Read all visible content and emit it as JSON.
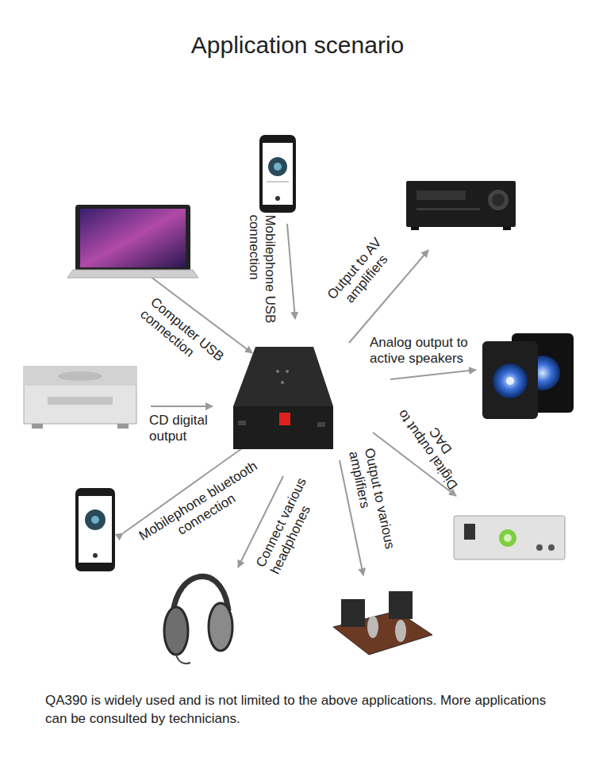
{
  "diagram": {
    "title": "Application scenario",
    "caption": "QA390 is widely used and is not limited to the above applications. More applications can be consulted by technicians.",
    "labels": [
      "Mobilephone USB connection",
      "Output to AV amplifiers",
      "Computer USB connection",
      "Analog output to active speakers",
      "CD digital output",
      "Digital output to DAC",
      "Mobilephone bluetooth connection",
      "Connect various headphones",
      "Output to various amplifiers"
    ]
  }
}
